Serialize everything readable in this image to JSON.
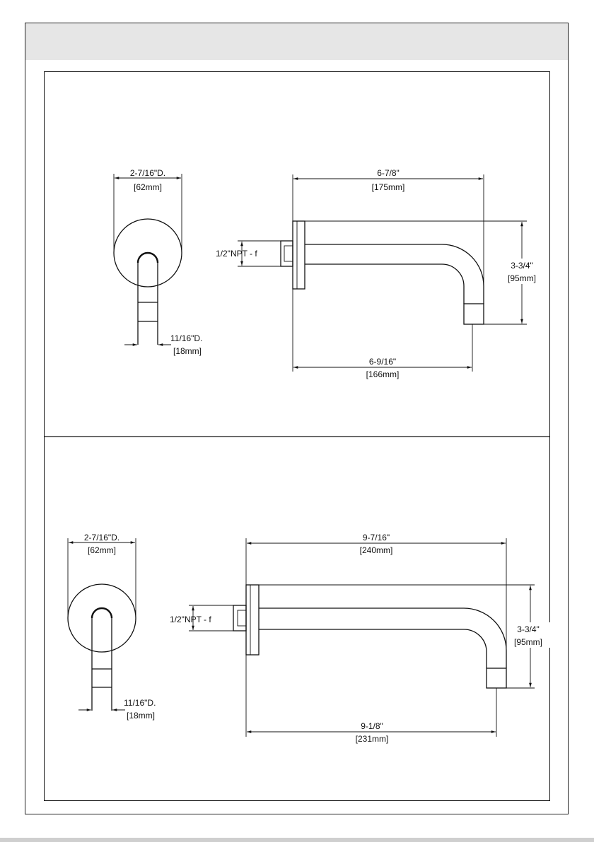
{
  "header": {
    "title": ""
  },
  "top_drawing": {
    "flange_diameter": "2-7/16\"D.",
    "flange_diameter_mm": "[62mm]",
    "pipe_diameter": "11/16\"D.",
    "pipe_diameter_mm": "[18mm]",
    "thread": "1/2\"NPT - f",
    "overall_length": "6-7/8\"",
    "overall_length_mm": "[175mm]",
    "height": "3-3/4\"",
    "height_mm": "[95mm]",
    "outlet_reach": "6-9/16\"",
    "outlet_reach_mm": "[166mm]"
  },
  "bottom_drawing": {
    "flange_diameter": "2-7/16\"D.",
    "flange_diameter_mm": "[62mm]",
    "pipe_diameter": "11/16\"D.",
    "pipe_diameter_mm": "[18mm]",
    "thread": "1/2\"NPT - f",
    "overall_length": "9-7/16\"",
    "overall_length_mm": "[240mm]",
    "height": "3-3/4\"",
    "height_mm": "[95mm]",
    "outlet_reach": "9-1/8\"",
    "outlet_reach_mm": "[231mm]"
  }
}
